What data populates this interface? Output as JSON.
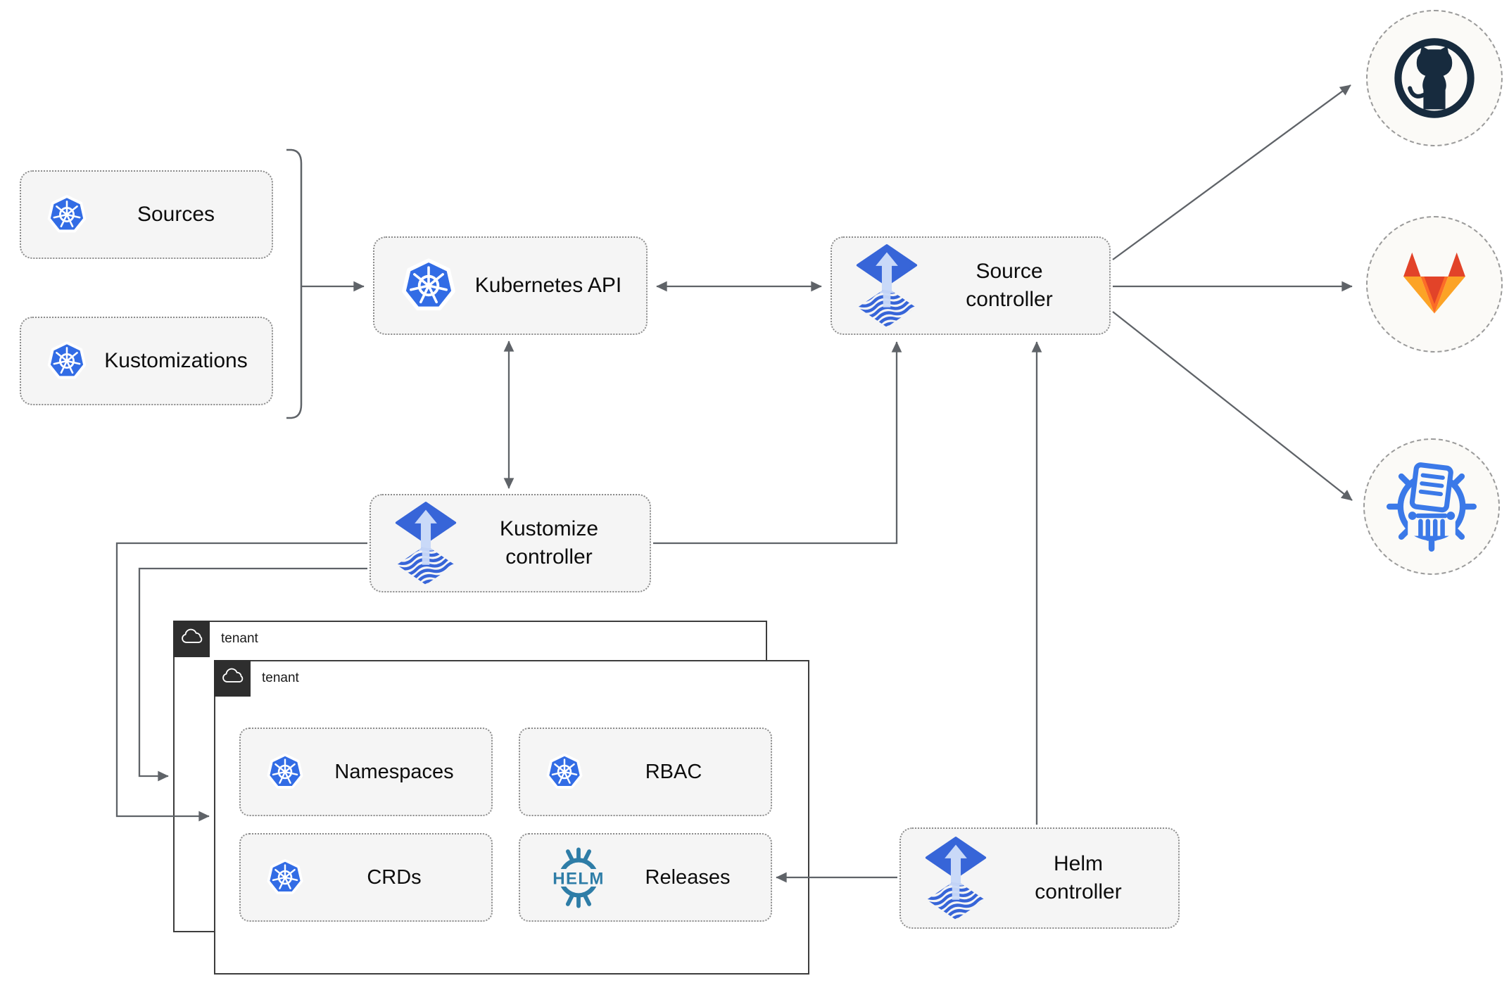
{
  "theme": {
    "node-bg": "#f5f5f5",
    "node-border": "#8c8c8c",
    "line": "#5f6368",
    "text": "#0d0d0d",
    "k8s-blue": "#326ce5",
    "flux-blue": "#3765d8",
    "flux-light": "#c9d9f8",
    "helm-teal": "#2e7da7",
    "github-navy": "#172b3e",
    "gitlab-red": "#e24329",
    "gitlab-orange": "#fc6d26",
    "gitlab-light": "#fca326",
    "cm-blue": "#3b79e8",
    "circle-bg": "#fbfaf7",
    "circle-border": "#9b9b9b",
    "tenant-border": "#3d3d3d",
    "badge-bg": "#2e2e2e"
  },
  "nodes": {
    "sources": {
      "label": "Sources",
      "icon": "kubernetes-icon"
    },
    "kustomizations": {
      "label": "Kustomizations",
      "icon": "kubernetes-icon"
    },
    "kubernetes_api": {
      "label": "Kubernetes API",
      "icon": "kubernetes-icon"
    },
    "source_controller": {
      "line1": "Source",
      "line2": "controller",
      "icon": "flux-icon"
    },
    "kustomize_controller": {
      "line1": "Kustomize",
      "line2": "controller",
      "icon": "flux-icon"
    },
    "helm_controller": {
      "line1": "Helm",
      "line2": "controller",
      "icon": "flux-icon"
    },
    "namespaces": {
      "label": "Namespaces",
      "icon": "kubernetes-icon"
    },
    "rbac": {
      "label": "RBAC",
      "icon": "kubernetes-icon"
    },
    "crds": {
      "label": "CRDs",
      "icon": "kubernetes-icon"
    },
    "releases": {
      "label": "Releases",
      "icon": "helm-icon",
      "icon_text": "HELM"
    }
  },
  "tenants": {
    "back": {
      "label": "tenant"
    },
    "front": {
      "label": "tenant"
    }
  },
  "externals": [
    {
      "name": "github",
      "icon": "github-icon"
    },
    {
      "name": "gitlab",
      "icon": "gitlab-icon"
    },
    {
      "name": "chart-repository",
      "icon": "chartmuseum-icon"
    }
  ]
}
